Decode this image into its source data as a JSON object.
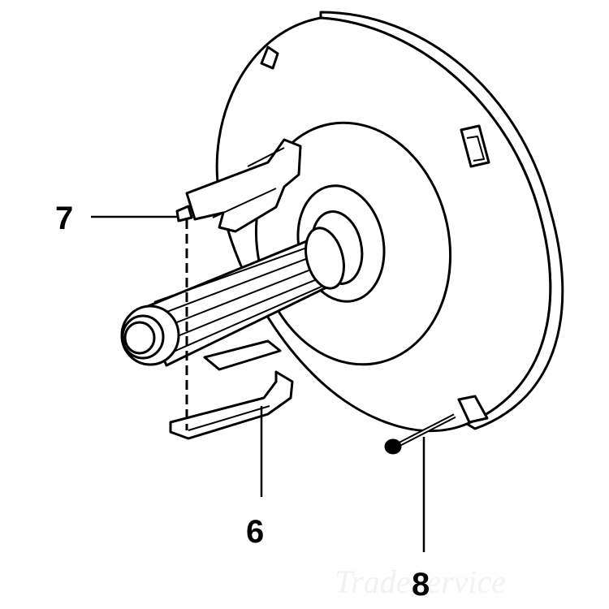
{
  "callouts": [
    {
      "id": "7",
      "label": "7"
    },
    {
      "id": "6",
      "label": "6"
    },
    {
      "id": "8",
      "label": "8"
    }
  ],
  "watermark": {
    "text": "TradeService"
  },
  "colors": {
    "line": "#000000",
    "fill": "#ffffff",
    "watermark": "#f2f2f2"
  }
}
